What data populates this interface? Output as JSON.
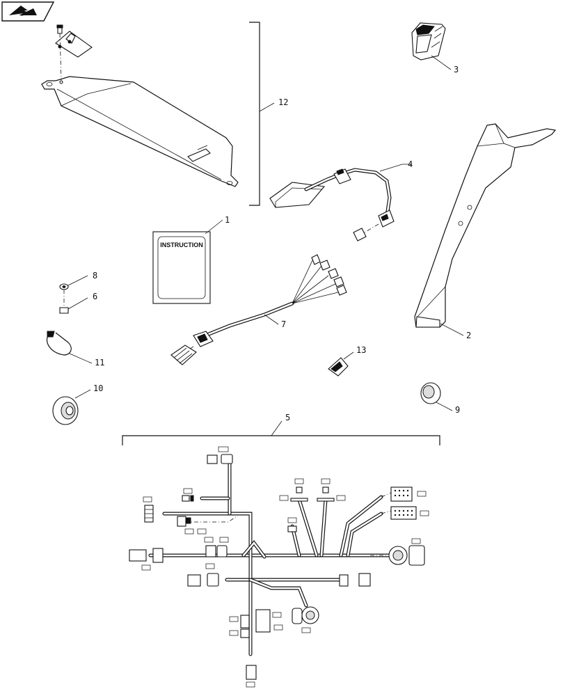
{
  "instruction_label": "INSTRUCTION",
  "callouts": {
    "item_1": "1",
    "item_2": "2",
    "item_3": "3",
    "item_4": "4",
    "item_5": "5",
    "item_6": "6",
    "item_7": "7",
    "item_8": "8",
    "item_9": "9",
    "item_10": "10",
    "item_11": "11",
    "item_12": "12",
    "item_13": "13"
  },
  "icons": {
    "corner": "arrow-corner-icon"
  }
}
